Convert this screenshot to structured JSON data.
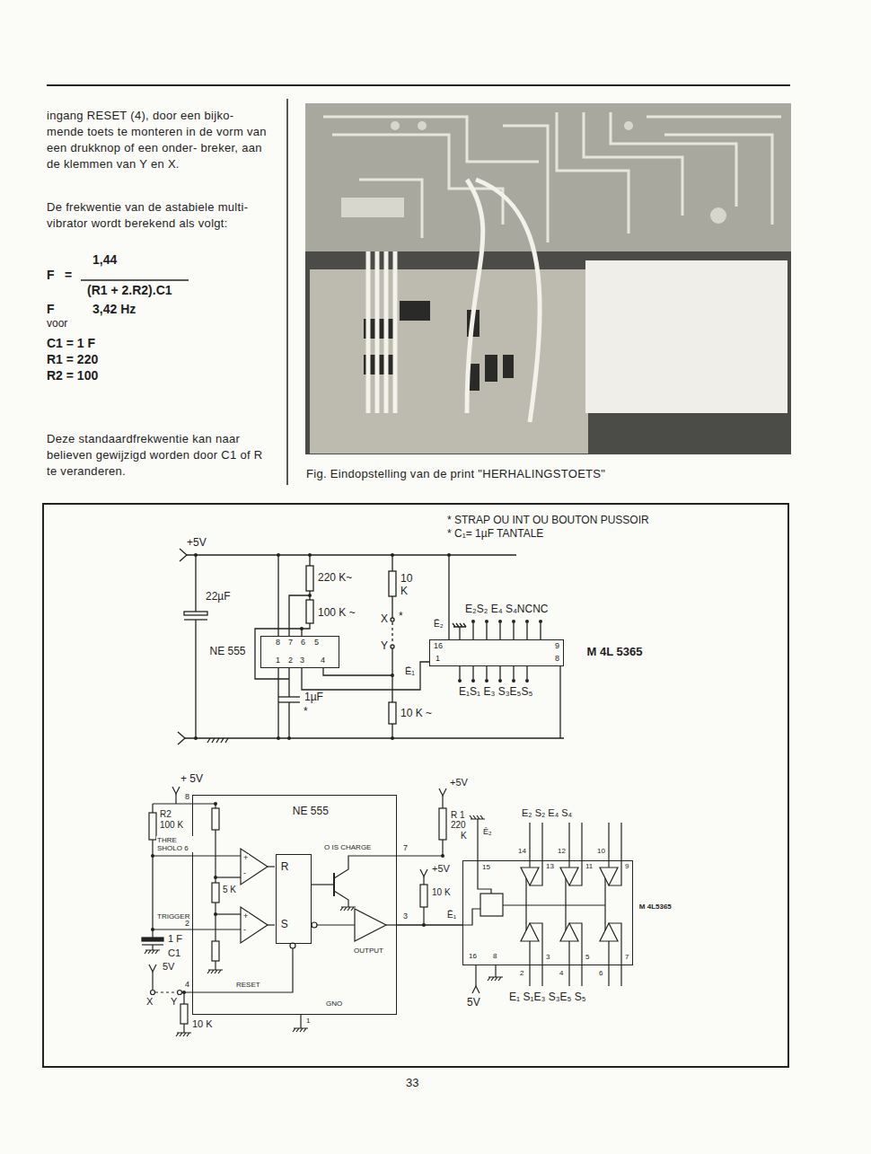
{
  "diagram": {
    "caption": "Fig. Eindopstelling van de print \"HERHALINGSTOETS\"",
    "nodes": [
      {
        "text": [
          "NE 555"
        ]
      },
      {
        "text": [
          "M 4L 5365"
        ]
      },
      {
        "text": [
          "NE 555"
        ]
      },
      {
        "text": [
          "R",
          "S"
        ],
        "in": 2
      },
      {
        "text": [
          "M 4L5365"
        ]
      }
    ],
    "edges": [
      {
        "from": 0,
        "to": 1,
        "arrow": "none"
      },
      {
        "from": 2,
        "to": 4,
        "arrow": "none"
      }
    ],
    "labels": [
      "ingang RESET (4), door een bijko- mende toets te monteren in de vorm van een drukknop of een onder- breker, aan de klemmen van Y en X.",
      "De frekwentie van de astabiele multi- vibrator wordt berekend als volgt:",
      "1,44",
      "F",
      "=",
      "(R1 + 2.R2).C1",
      "F",
      "3,42 Hz",
      "voor",
      "C1 = 1 F",
      "R1 = 220",
      "R2 = 100",
      "Deze standaardfrekwentie kan naar believen gewijzigd worden door C1 of R te veranderen.",
      "* STRAP OU INT OU BOUTON PUSSOIR",
      "* C₁= 1µF TANTALE",
      "+5V",
      "22µF",
      "220 K~",
      "10 K",
      "100 K ~",
      "8",
      "7",
      "6",
      "5",
      "1",
      "2",
      "3",
      "4",
      "X",
      "*",
      "Y",
      "1µF",
      "*",
      "10 K ~",
      "E₂S₂ E₄ S₄NCNC",
      "Ē₂",
      "16",
      "9",
      "1",
      "8",
      "Ē₁",
      "E₁S₁ E₃ S₃E₅S₅",
      "+ 5V",
      "R2",
      "100 K",
      "8",
      "THRE SHOLO 6",
      "+",
      "-",
      "+",
      "-",
      "5 K",
      "TRIGGER",
      "2",
      "1 F",
      "C1",
      "5V",
      "4",
      "X",
      "Y",
      "10 K",
      "RESET",
      "GNO",
      "1",
      "O IS CHARGE",
      "7",
      "OUTPUT",
      "3",
      "+5V",
      "R 1",
      "220",
      "K",
      "+5V",
      "10 K",
      "Ē₁",
      "E₂ S₂ E₄ S₄",
      "Ē₂",
      "14",
      "13",
      "12",
      "11",
      "10",
      "9",
      "15",
      "16",
      "8",
      "2",
      "3",
      "4",
      "5",
      "6",
      "7",
      "5V",
      "E₁ S₁E₃ S₃E₅ S₅",
      "33"
    ]
  }
}
